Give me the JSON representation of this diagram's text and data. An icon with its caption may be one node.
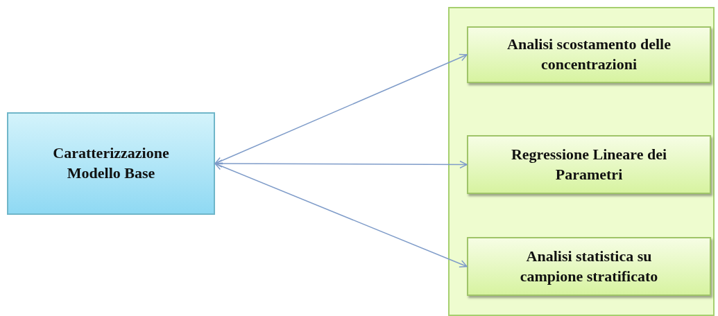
{
  "diagram": {
    "nodes": [
      {
        "text": [
          "Caratterizzazione Modello Base"
        ]
      },
      {
        "text": [],
        "shape": "box"
      },
      {
        "text": [
          "Analisi scostamento delle concentrazioni"
        ],
        "in": 1
      },
      {
        "text": [
          "Regressione Lineare dei Parametri"
        ],
        "in": 1
      },
      {
        "text": [
          "Analisi statistica su campione stratificato"
        ],
        "in": 1
      }
    ],
    "edges": [
      {
        "from": 0,
        "to": 2,
        "arrow": "both"
      },
      {
        "from": 0,
        "to": 3,
        "arrow": "both"
      },
      {
        "from": 0,
        "to": 4,
        "arrow": "both"
      }
    ]
  }
}
